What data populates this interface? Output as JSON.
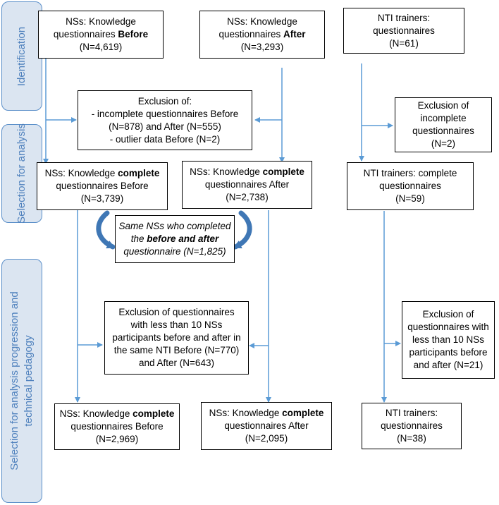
{
  "stages": {
    "identification": "Identification",
    "selection": "Selection for analysis",
    "progression": [
      "Selection for analysis progression and",
      "technical pedagogy"
    ]
  },
  "boxes": {
    "ns_before": {
      "line1": "NSs: Knowledge",
      "line2a": "questionnaires ",
      "line2b": "Before",
      "line3": "(N=4,619)"
    },
    "ns_after": {
      "line1": "NSs: Knowledge",
      "line2a": "questionnaires ",
      "line2b": "After",
      "line3": "(N=3,293)"
    },
    "nti_start": {
      "line1": "NTI trainers:",
      "line2": "questionnaires",
      "line3": "(N=61)"
    },
    "excl_ns": {
      "line1": "Exclusion of:",
      "line2": "- incomplete questionnaires Before",
      "line3": "(N=878) and After (N=555)",
      "line4": "- outlier data Before (N=2)"
    },
    "excl_nti": {
      "line1": "Exclusion of",
      "line2": "incomplete",
      "line3": "questionnaires",
      "line4": "(N=2)"
    },
    "ns_complete_before": {
      "line1a": "NSs: Knowledge ",
      "line1b": "complete",
      "line2": "questionnaires Before",
      "line3": "(N=3,739)"
    },
    "ns_complete_after": {
      "line1a": "NSs: Knowledge ",
      "line1b": "complete",
      "line2": "questionnaires After",
      "line3": "(N=2,738)"
    },
    "nti_complete": {
      "line1": "NTI trainers: complete",
      "line2": "questionnaires",
      "line3": "(N=59)"
    },
    "same_ns": {
      "line1": "Same NSs who completed",
      "line2a": "the ",
      "line2b": "before and after",
      "line3": "questionnaire (N=1,825)"
    },
    "excl_ns2": {
      "line1": "Exclusion of questionnaires",
      "line2": "with less than 10 NSs",
      "line3": "participants before and after in",
      "line4": "the same NTI Before (N=770)",
      "line5": "and After (N=643)"
    },
    "excl_nti2": {
      "line1": "Exclusion of",
      "line2": "questionnaires with",
      "line3": "less than 10 NSs",
      "line4": "participants before",
      "line5": "and after (N=21)"
    },
    "final_before": {
      "line1a": "NSs: Knowledge ",
      "line1b": "complete",
      "line2": "questionnaires Before",
      "line3": "(N=2,969)"
    },
    "final_after": {
      "line1a": "NSs: Knowledge ",
      "line1b": "complete",
      "line2": "questionnaires After",
      "line3": "(N=2,095)"
    },
    "final_nti": {
      "line1": "NTI trainers:",
      "line2": "questionnaires",
      "line3": "(N=38)"
    }
  },
  "colors": {
    "arrow": "#5b9bd5",
    "stage_fill": "#dbe5f1",
    "stage_text": "#4f81bd",
    "curve": "#3f77b5"
  }
}
